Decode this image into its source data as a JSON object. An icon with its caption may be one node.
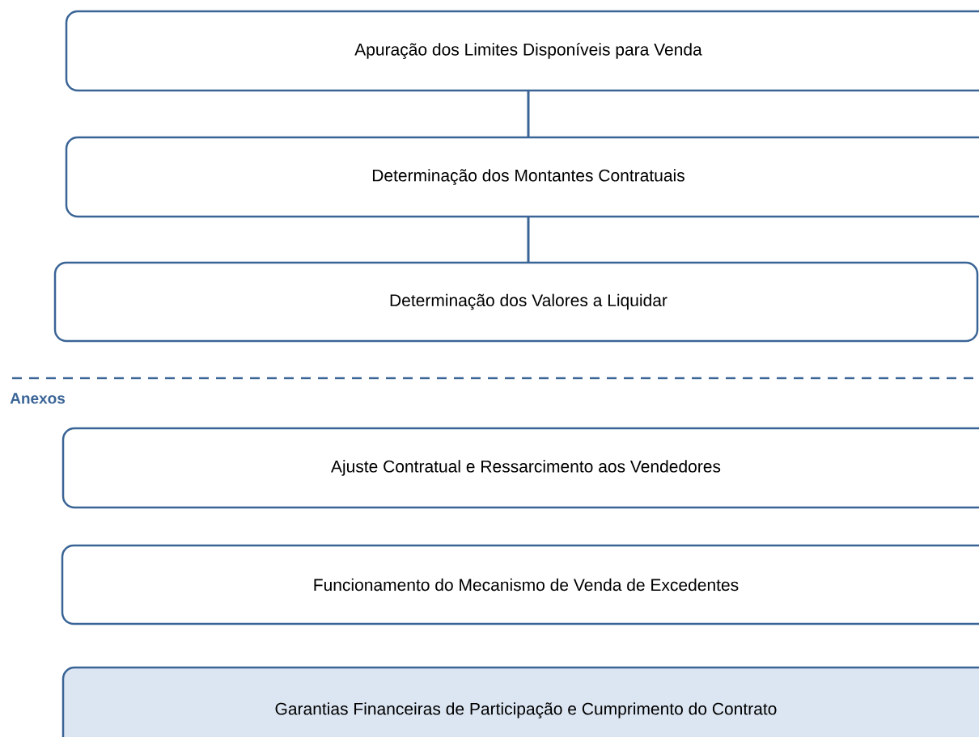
{
  "diagram": {
    "nodes": [
      {
        "text": [
          "Apuração dos Limites Disponíveis para Venda"
        ]
      },
      {
        "text": [
          "Determinação dos Montantes Contratuais"
        ]
      },
      {
        "text": [
          "Determinação dos Valores a Liquidar"
        ]
      },
      {
        "text": [
          "Ajuste Contratual e Ressarcimento aos Vendedores"
        ]
      },
      {
        "text": [
          "Funcionamento do Mecanismo de Venda de Excedentes"
        ]
      },
      {
        "text": [
          "Garantias Financeiras de Participação e Cumprimento do Contrato"
        ]
      }
    ],
    "edges": [
      {
        "from": 0,
        "to": 1,
        "arrow": "none"
      },
      {
        "from": 1,
        "to": 2,
        "arrow": "none"
      }
    ],
    "labels": [
      "Anexos"
    ]
  }
}
